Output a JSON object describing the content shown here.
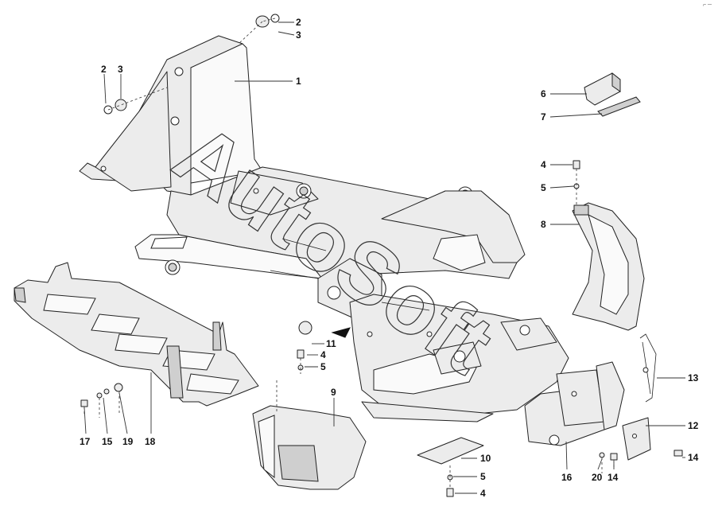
{
  "watermark": "AutoSoft",
  "corner_mark": "⌐ ─",
  "callouts": [
    {
      "id": "c-2a",
      "label": "2"
    },
    {
      "id": "c-3a",
      "label": "3"
    },
    {
      "id": "c-2b",
      "label": "2"
    },
    {
      "id": "c-3b",
      "label": "3"
    },
    {
      "id": "c-1",
      "label": "1"
    },
    {
      "id": "c-6",
      "label": "6"
    },
    {
      "id": "c-7",
      "label": "7"
    },
    {
      "id": "c-4a",
      "label": "4"
    },
    {
      "id": "c-5a",
      "label": "5"
    },
    {
      "id": "c-8",
      "label": "8"
    },
    {
      "id": "c-11",
      "label": "11"
    },
    {
      "id": "c-4b",
      "label": "4"
    },
    {
      "id": "c-5b",
      "label": "5"
    },
    {
      "id": "c-9",
      "label": "9"
    },
    {
      "id": "c-13",
      "label": "13"
    },
    {
      "id": "c-12",
      "label": "12"
    },
    {
      "id": "c-14a",
      "label": "14"
    },
    {
      "id": "c-10",
      "label": "10"
    },
    {
      "id": "c-5c",
      "label": "5"
    },
    {
      "id": "c-4c",
      "label": "4"
    },
    {
      "id": "c-16",
      "label": "16"
    },
    {
      "id": "c-20",
      "label": "20"
    },
    {
      "id": "c-14b",
      "label": "14"
    },
    {
      "id": "c-17",
      "label": "17"
    },
    {
      "id": "c-15",
      "label": "15"
    },
    {
      "id": "c-19",
      "label": "19"
    },
    {
      "id": "c-18",
      "label": "18"
    }
  ]
}
